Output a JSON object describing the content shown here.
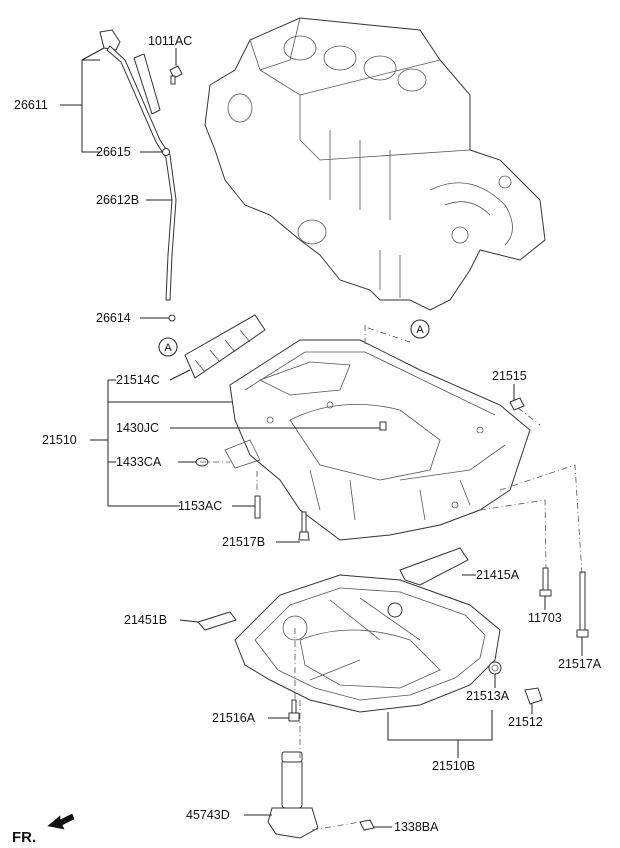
{
  "labels": {
    "p1011ac": "1011AC",
    "p26611": "26611",
    "p26615": "26615",
    "p26612b": "26612B",
    "p26614": "26614",
    "p21514c": "21514C",
    "p21515": "21515",
    "p1430jc": "1430JC",
    "p21510": "21510",
    "p1433ca": "1433CA",
    "p1153ac": "1153AC",
    "p21517b": "21517B",
    "p21415a": "21415A",
    "p21451b": "21451B",
    "p11703": "11703",
    "p21517a": "21517A",
    "p21513a": "21513A",
    "p21512": "21512",
    "p21516a": "21516A",
    "p21510b": "21510B",
    "p45743d": "45743D",
    "p1338ba": "1338BA"
  },
  "markers": {
    "ref_a_left": "A",
    "ref_a_right": "A"
  },
  "direction": {
    "label": "FR."
  }
}
